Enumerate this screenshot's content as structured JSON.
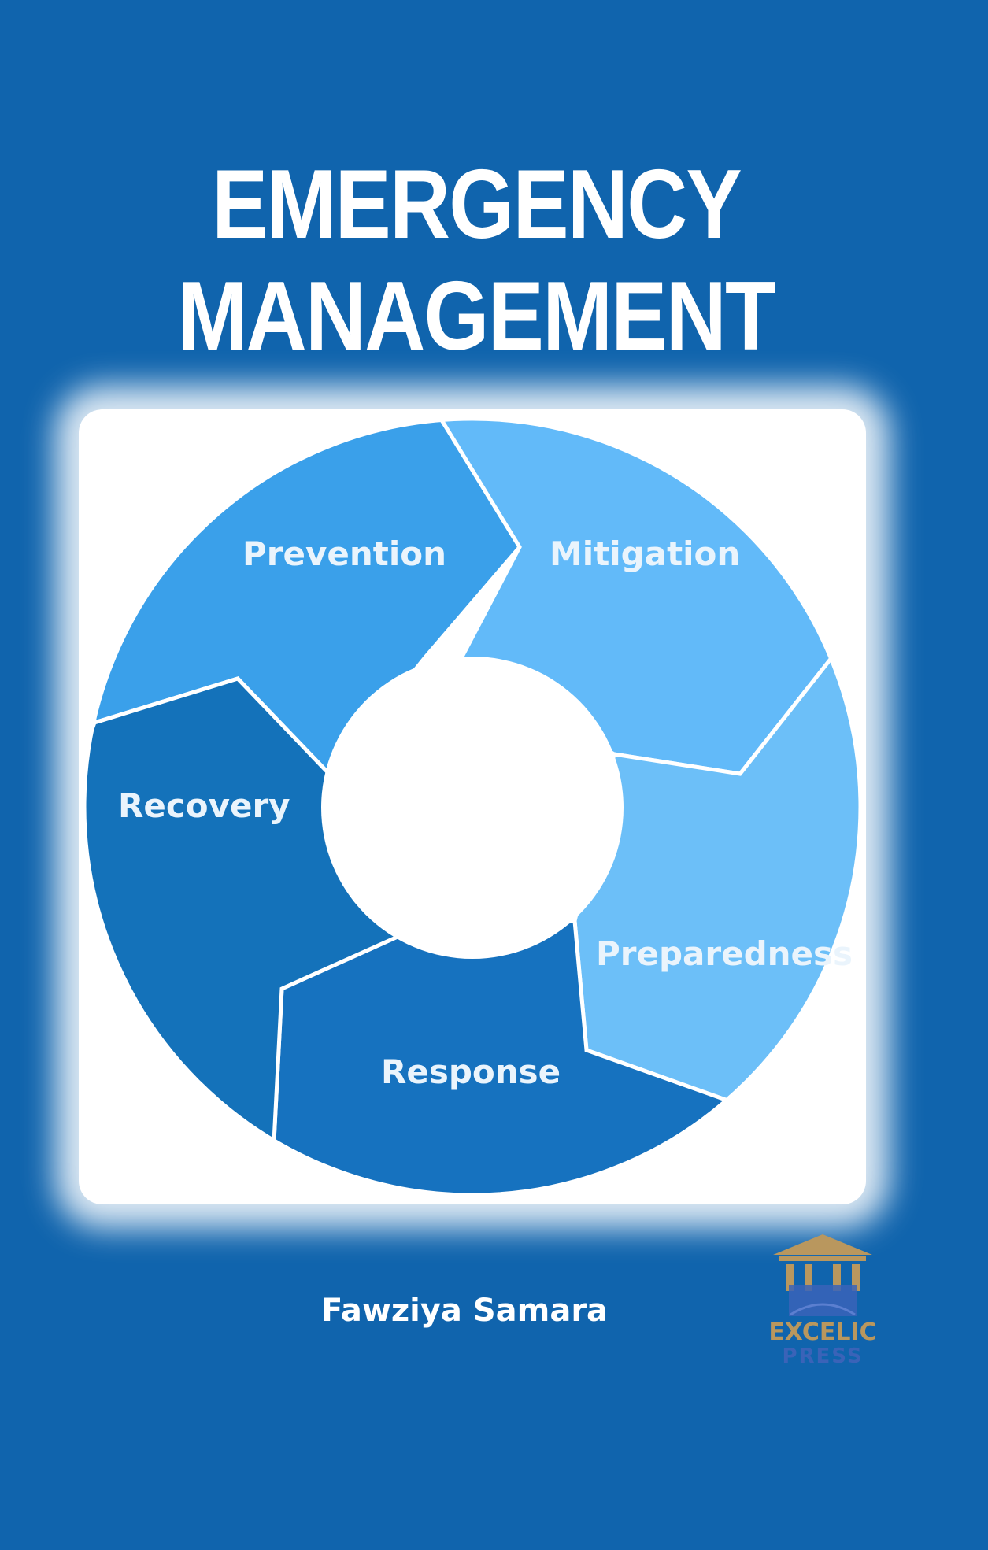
{
  "book": {
    "title_line1": "EMERGENCY",
    "title_line2": "MANAGEMENT",
    "author": "Fawziya Samara"
  },
  "diagram": {
    "segments": [
      {
        "label": "Prevention",
        "color": "#3aa0ea"
      },
      {
        "label": "Mitigation",
        "color": "#62baf9"
      },
      {
        "label": "Preparedness",
        "color": "#6cbff8"
      },
      {
        "label": "Response",
        "color": "#1672bf"
      },
      {
        "label": "Recovery",
        "color": "#1472ba"
      }
    ]
  },
  "publisher": {
    "name_line1": "EXCELIC",
    "name_line2": "PRESS"
  },
  "colors": {
    "background": "#1064ad",
    "logo_gold": "#b9975e",
    "logo_blue": "#3a63b8"
  }
}
